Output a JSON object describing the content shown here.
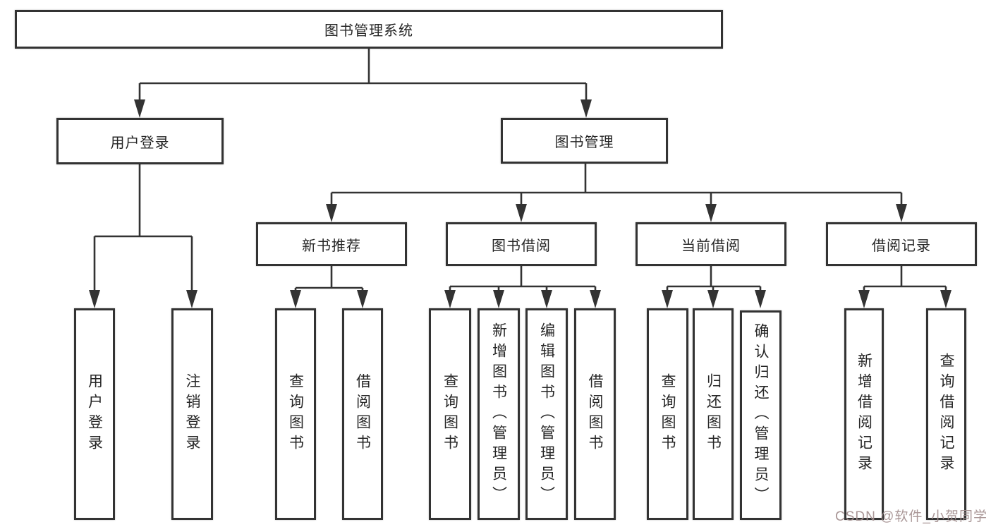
{
  "diagram": {
    "root": "图书管理系统",
    "branches": {
      "user_login": {
        "label": "用户登录",
        "children": {
          "login": "用户登录",
          "logout": "注销登录"
        }
      },
      "book_management": {
        "label": "图书管理",
        "children": {
          "new_book_recommendation": {
            "label": "新书推荐",
            "children": {
              "query_books": "查询图书",
              "borrow_books": "借阅图书"
            }
          },
          "book_borrowing": {
            "label": "图书借阅",
            "children": {
              "query_books": "查询图书",
              "add_books": "新增图书（管理员）",
              "edit_books": "编辑图书（管理员）",
              "borrow_books": "借阅图书"
            }
          },
          "current_borrowing": {
            "label": "当前借阅",
            "children": {
              "query_books": "查询图书",
              "return_books": "归还图书",
              "confirm_return": "确认归还（管理员）"
            }
          },
          "borrowing_records": {
            "label": "借阅记录",
            "children": {
              "add_record": "新增借阅记录",
              "query_record": "查询借阅记录"
            }
          }
        }
      }
    }
  },
  "watermark": "CSDN @软件_小贺同学",
  "colors": {
    "line": "#333333",
    "box_border": "#333333",
    "box_background": "#ffffff",
    "text": "#262626",
    "watermark": "#a38f8f"
  }
}
